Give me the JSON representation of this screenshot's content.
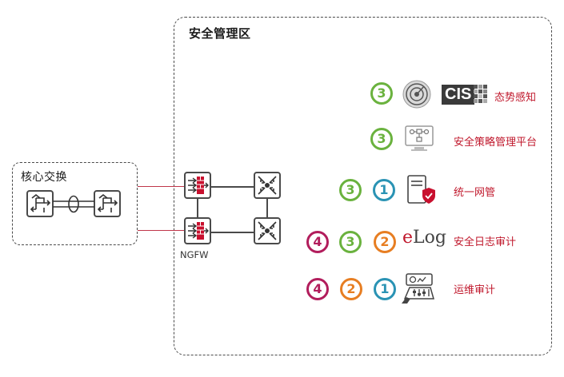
{
  "zones": {
    "management": "安全管理区",
    "core": "核心交换"
  },
  "devices": {
    "ngfw_label": "NGFW"
  },
  "features": [
    {
      "label": "态势感知",
      "badges": [
        "3"
      ],
      "icon": "radar-icon",
      "logo_text": "CIS"
    },
    {
      "label": "安全策略管理平台",
      "badges": [
        "3"
      ],
      "icon": "monitor-flowchart-icon"
    },
    {
      "label": "统一网管",
      "badges": [
        "3",
        "1"
      ],
      "icon": "server-shield-icon"
    },
    {
      "label": "安全日志审计",
      "badges": [
        "4",
        "3",
        "2"
      ],
      "icon": "elog-logo",
      "logo_prefix": "e",
      "logo_suffix": "Log"
    },
    {
      "label": "运维审计",
      "badges": [
        "4",
        "2",
        "1"
      ],
      "icon": "audit-console-icon"
    }
  ],
  "colors": {
    "badge_3": "#6ab23e",
    "badge_1": "#2a93b4",
    "badge_2": "#e77e22",
    "badge_4": "#b21d5c",
    "label_red": "#c0182c",
    "link_red": "#c0364a"
  }
}
